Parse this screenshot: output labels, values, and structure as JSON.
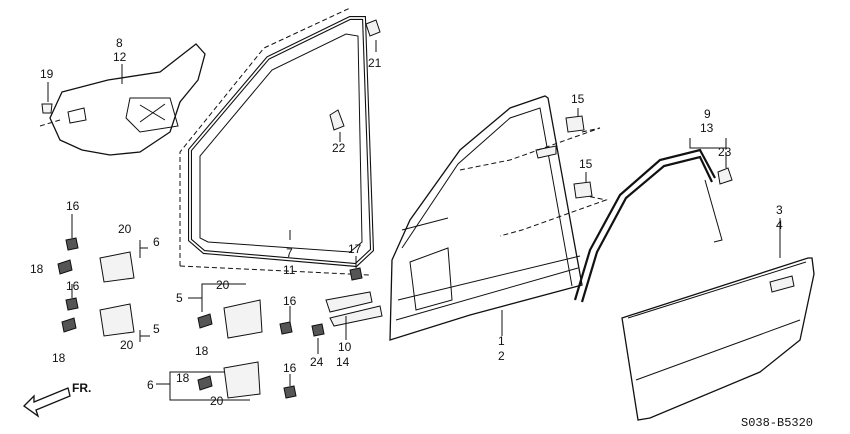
{
  "callouts": [
    {
      "id": "c8",
      "text": "8"
    },
    {
      "id": "c12",
      "text": "12"
    },
    {
      "id": "c19",
      "text": "19"
    },
    {
      "id": "c21",
      "text": "21"
    },
    {
      "id": "c22",
      "text": "22"
    },
    {
      "id": "c7",
      "text": "7"
    },
    {
      "id": "c11",
      "text": "11"
    },
    {
      "id": "c15a",
      "text": "15"
    },
    {
      "id": "c15b",
      "text": "15"
    },
    {
      "id": "c9",
      "text": "9"
    },
    {
      "id": "c13",
      "text": "13"
    },
    {
      "id": "c23",
      "text": "23"
    },
    {
      "id": "c3",
      "text": "3"
    },
    {
      "id": "c4",
      "text": "4"
    },
    {
      "id": "c16a",
      "text": "16"
    },
    {
      "id": "c20a",
      "text": "20"
    },
    {
      "id": "c6a",
      "text": "6"
    },
    {
      "id": "c18a",
      "text": "18"
    },
    {
      "id": "c16b",
      "text": "16"
    },
    {
      "id": "c18b",
      "text": "18"
    },
    {
      "id": "c5a",
      "text": "5"
    },
    {
      "id": "c20b",
      "text": "20"
    },
    {
      "id": "c20c",
      "text": "20"
    },
    {
      "id": "c5b",
      "text": "5"
    },
    {
      "id": "c18c",
      "text": "18"
    },
    {
      "id": "c16c",
      "text": "16"
    },
    {
      "id": "c17",
      "text": "17"
    },
    {
      "id": "c10",
      "text": "10"
    },
    {
      "id": "c14",
      "text": "14"
    },
    {
      "id": "c24",
      "text": "24"
    },
    {
      "id": "c1",
      "text": "1"
    },
    {
      "id": "c2",
      "text": "2"
    },
    {
      "id": "c6b",
      "text": "6"
    },
    {
      "id": "c18d",
      "text": "18"
    },
    {
      "id": "c20d",
      "text": "20"
    },
    {
      "id": "c16d",
      "text": "16"
    }
  ],
  "front_label": "FR.",
  "diagram_code": "S038-B5320"
}
